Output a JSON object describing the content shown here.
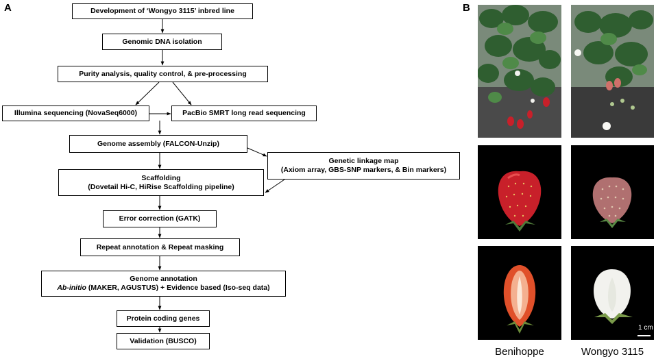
{
  "panel_a": {
    "letter": "A",
    "steps": {
      "dev": "Development of ‘Wongyo 3115’ inbred line",
      "dna": "Genomic DNA isolation",
      "purity": "Purity analysis, quality control, & pre-processing",
      "illumina": "Illumina sequencing (NovaSeq6000)",
      "pacbio": "PacBio SMRT long read sequencing",
      "assembly": "Genome assembly (FALCON-Unzip)",
      "linkage_1": "Genetic linkage map",
      "linkage_2": "(Axiom array, GBS-SNP markers, & Bin markers)",
      "scaffold_1": "Scaffolding",
      "scaffold_2": "(Dovetail Hi-C, HiRise Scaffolding pipeline)",
      "error": "Error correction (GATK)",
      "repeat": "Repeat annotation & Repeat masking",
      "annot_1": "Genome annotation",
      "annot_2_italic": "Ab-initio",
      "annot_2_rest": " (MAKER, AGUSTUS) + Evidence based (Iso-seq data)",
      "protein": "Protein coding genes",
      "validation": "Validation (BUSCO)"
    }
  },
  "panel_b": {
    "letter": "B",
    "cultivar_left": "Benihoppe",
    "cultivar_right": "Wongyo 3115",
    "scale_bar": "1 cm",
    "colors": {
      "red_fruit": "#c8202a",
      "pale_fruit": "#b07070",
      "white_flesh": "#f2f2ee",
      "foliage": "#3a6a3a",
      "background": "#000000"
    }
  }
}
